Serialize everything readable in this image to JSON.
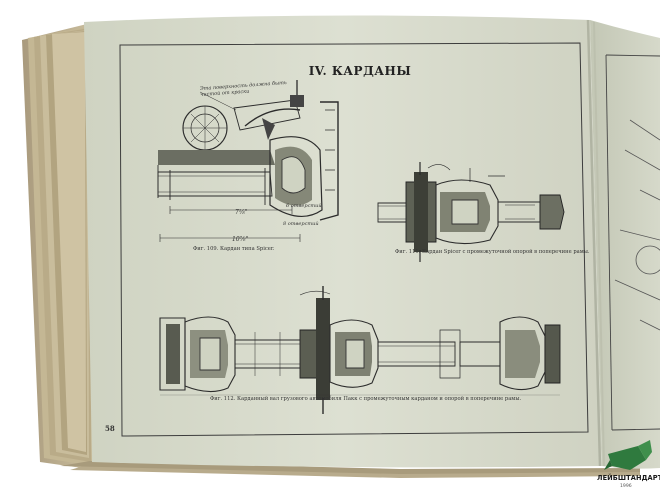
{
  "page": {
    "section_title": "IV. КАРДАНЫ",
    "page_number": "58"
  },
  "figures": [
    {
      "id": "fig-109",
      "caption": "Фиг. 109. Кардан типа Spicer."
    },
    {
      "id": "fig-111",
      "caption": "Фиг. 111. Кардан Spicer с промежуточной опорой в поперечине рамы."
    },
    {
      "id": "fig-112",
      "caption": "Фиг. 112. Карданный вал грузового автомобиля Пакк с промежуточным карданом и опорой в поперечине рамы."
    }
  ],
  "annotations": {
    "note_line1": "Эта поверхность должна быть",
    "note_line2": "чистой от краски",
    "dim_a": "7⅛\"",
    "dim_b": "10⅞\"",
    "dim_c": "6 отверстий",
    "dim_d": "8 отверстий"
  },
  "watermark": {
    "brand": "ЛЕЙБШТАНДАРТ",
    "year": "1996"
  },
  "colors": {
    "paper": "#d8dccd",
    "ink": "#2b2b2b",
    "logo_green": "#2f7a3e"
  }
}
